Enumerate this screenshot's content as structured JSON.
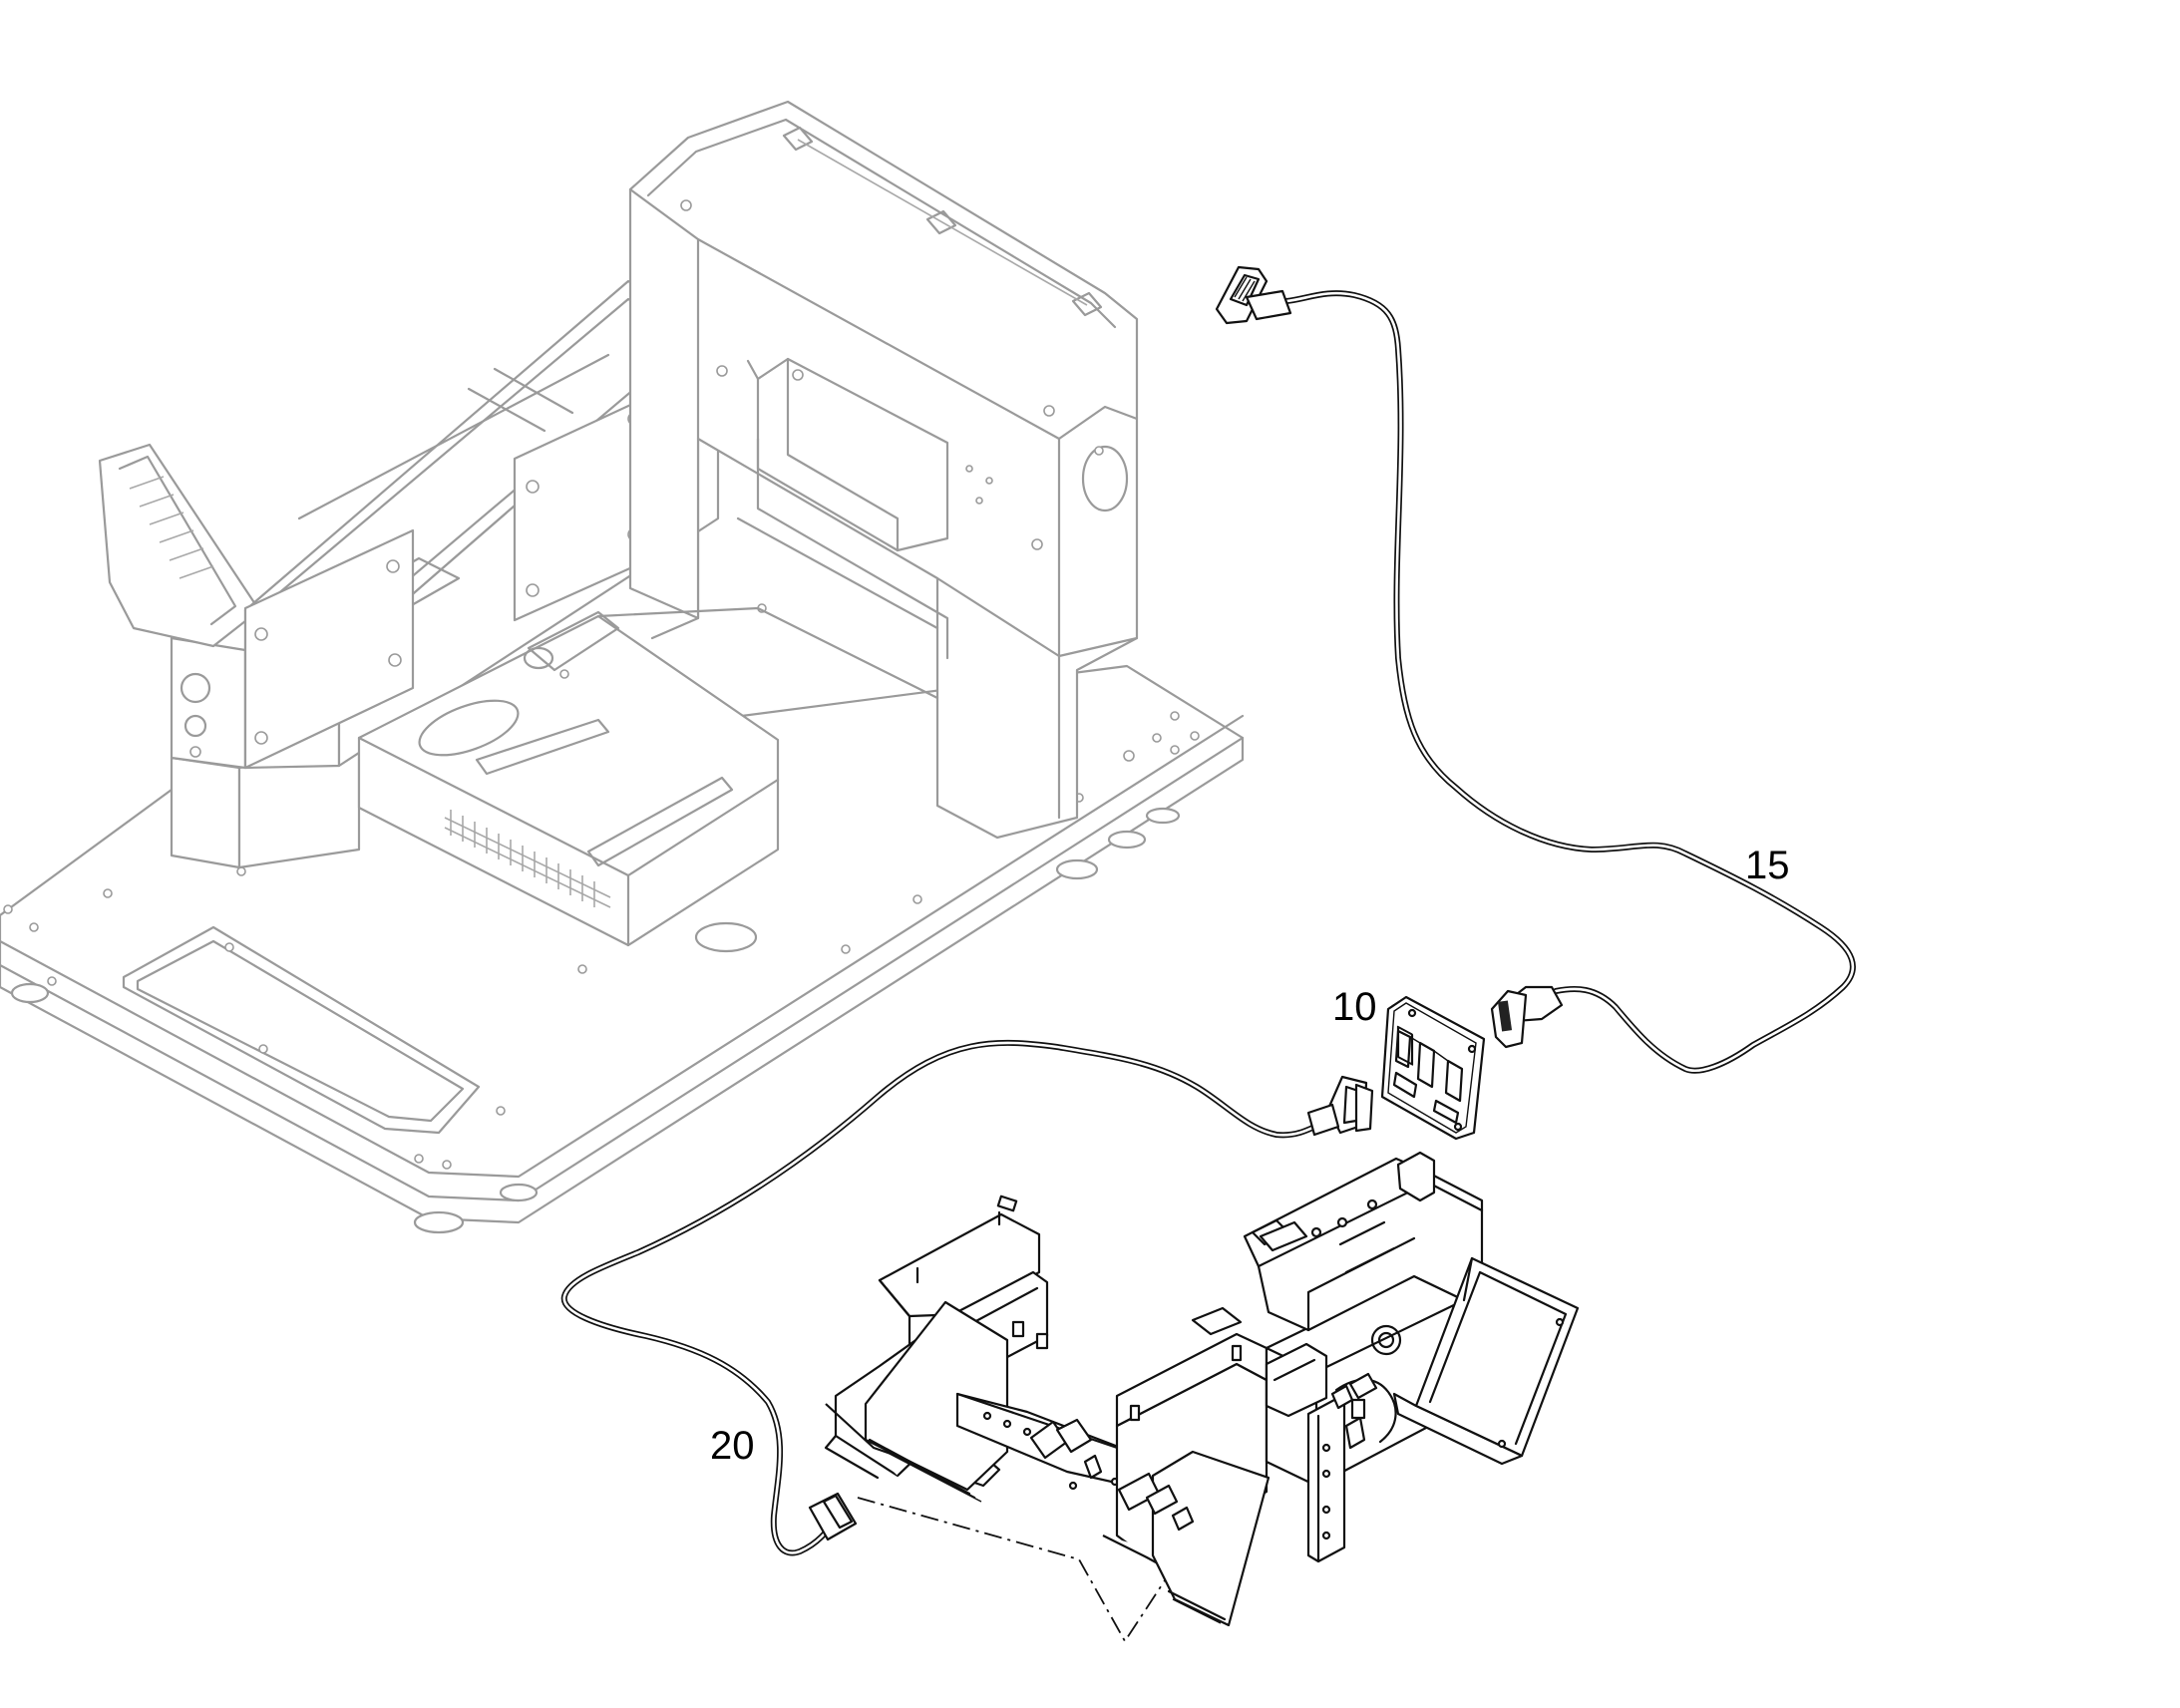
{
  "callouts": {
    "item_15": "15",
    "item_10": "10",
    "item_20": "20"
  },
  "colors": {
    "background": "#ffffff",
    "ghosted_assembly": "#9a9a9a",
    "highlighted_parts": "#111111"
  }
}
